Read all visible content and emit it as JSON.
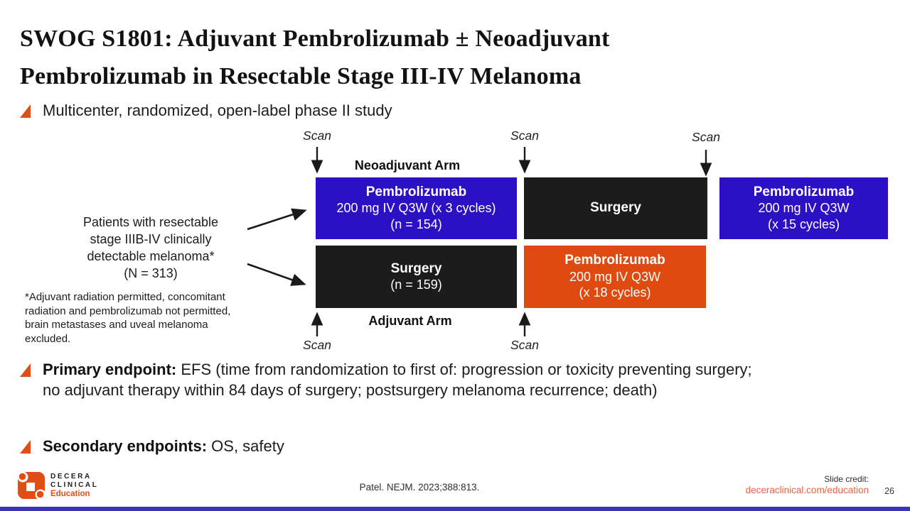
{
  "slide": {
    "title_line1": "SWOG S1801: Adjuvant Pembrolizumab ± Neoadjuvant",
    "title_line2": "Pembrolizumab in Resectable Stage III-IV Melanoma",
    "study_design_bullet": "Multicenter, randomized, open-label phase II study"
  },
  "diagram": {
    "scan_label": "Scan",
    "neoadjuvant_arm_label": "Neoadjuvant Arm",
    "adjuvant_arm_label": "Adjuvant Arm",
    "population": {
      "line1": "Patients with resectable",
      "line2": "stage IIIB-IV clinically",
      "line3": "detectable melanoma*",
      "line4": "(N = 313)"
    },
    "footnote": "*Adjuvant radiation permitted, concomitant radiation and pembrolizumab not permitted, brain metastases and uveal melanoma excluded.",
    "boxes": {
      "neo_pembro": {
        "title": "Pembrolizumab",
        "line2": "200 mg IV Q3W (x 3 cycles)",
        "line3": "(n = 154)"
      },
      "neo_surgery": {
        "title": "Surgery"
      },
      "post_pembro": {
        "title": "Pembrolizumab",
        "line2": "200 mg IV Q3W",
        "line3": "(x 15 cycles)"
      },
      "adj_surgery": {
        "title": "Surgery",
        "line2": "(n = 159)"
      },
      "adj_pembro": {
        "title": "Pembrolizumab",
        "line2": "200 mg IV Q3W",
        "line3": "(x 18 cycles)"
      }
    }
  },
  "endpoints": {
    "primary_label": "Primary endpoint:",
    "primary_text": " EFS (time from randomization to first of: progression or toxicity preventing surgery; no adjuvant therapy within 84 days of surgery; postsurgery melanoma recurrence; death)",
    "secondary_label": "Secondary endpoints:",
    "secondary_text": " OS, safety"
  },
  "footer": {
    "citation": "Patel. NEJM. 2023;388:813.",
    "slide_credit_label": "Slide credit:",
    "slide_credit_link": "deceraclinical.com/education",
    "page_number": "26",
    "logo_line1": "DECERA",
    "logo_line2": "CLINICAL",
    "logo_line3": "Education"
  },
  "colors": {
    "accent_orange": "#E04E15",
    "box_blue": "#2B10C4",
    "box_black": "#1C1C1C",
    "box_orange": "#DE4A0F",
    "link_orange": "#E8643F",
    "bottom_bar_blue": "#3834B2"
  }
}
